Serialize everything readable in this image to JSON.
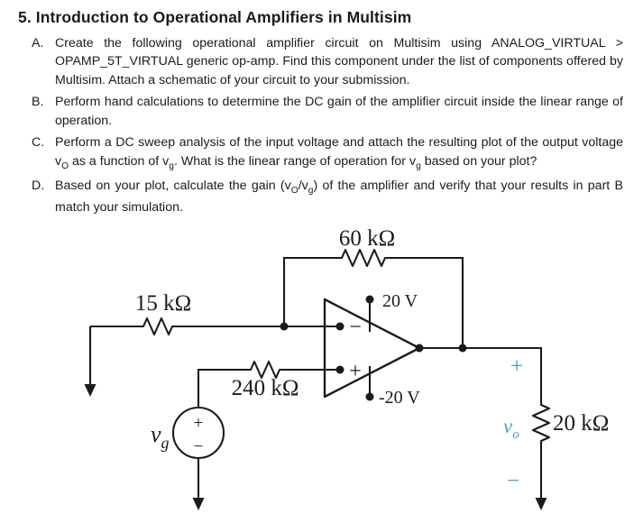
{
  "colors": {
    "ink": "#1b1b1b",
    "accent_blue": "#3aa5d1"
  },
  "title": "5. Introduction to Operational Amplifiers in Multisim",
  "items": {
    "a": {
      "label": "A.",
      "text": "Create the following operational amplifier circuit on Multisim using ANALOG_VIRTUAL > OPAMP_5T_VIRTUAL generic op-amp. Find this component under the list of components offered by Multisim. Attach a schematic of your circuit to your submission."
    },
    "b": {
      "label": "B.",
      "text": "Perform hand calculations to determine the DC gain of the amplifier circuit inside the linear range of operation."
    },
    "c": {
      "label": "C.",
      "t1": "Perform a DC sweep analysis of the input voltage and attach the resulting plot of the output voltage v",
      "s1": "O",
      "t2": " as a function of v",
      "s2": "g",
      "t3": ". What is the linear range of operation for v",
      "s3": "g",
      "t4": " based on your plot?"
    },
    "d": {
      "label": "D.",
      "t1": "Based on your plot, calculate the gain (v",
      "s1": "O",
      "t2": "/v",
      "s2": "g",
      "t3": ") of the amplifier and verify that your results in part B match your simulation."
    }
  },
  "circuit": {
    "feedback_resistor": "60 kΩ",
    "input_resistor": "15 kΩ",
    "gain_resistor": "240 kΩ",
    "load_resistor": "20 kΩ",
    "pos_supply": "20 V",
    "neg_supply": "-20 V",
    "opamp_minus": "−",
    "opamp_plus": "+",
    "source_plus": "+",
    "source_minus": "−",
    "source_var": "v",
    "source_sub": "g",
    "output_var": "v",
    "output_sub": "o",
    "output_plus": "+",
    "output_minus": "−"
  }
}
